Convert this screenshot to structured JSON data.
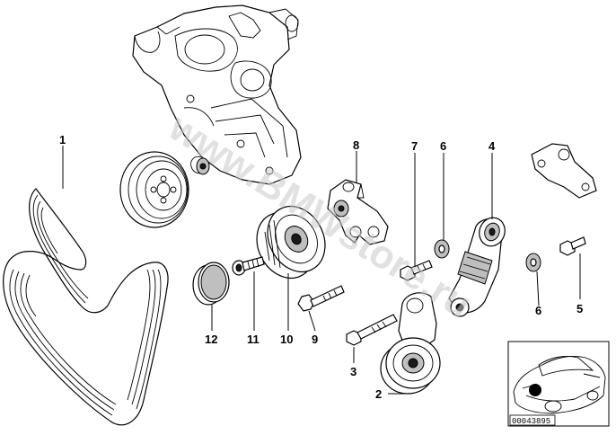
{
  "diagram": {
    "watermark": "www.BMWstore.ru",
    "document_number": "00043895",
    "parts": [
      {
        "id": "p1",
        "label": "1",
        "icon": "drive-belt-icon"
      },
      {
        "id": "p2",
        "label": "2",
        "icon": "idler-pulley-icon"
      },
      {
        "id": "p3",
        "label": "3",
        "icon": "bolt-icon"
      },
      {
        "id": "p4",
        "label": "4",
        "icon": "tensioner-icon"
      },
      {
        "id": "p5",
        "label": "5",
        "icon": "bolt-icon"
      },
      {
        "id": "p6a",
        "label": "6",
        "icon": "washer-icon"
      },
      {
        "id": "p6b",
        "label": "6",
        "icon": "washer-icon"
      },
      {
        "id": "p7",
        "label": "7",
        "icon": "bolt-icon"
      },
      {
        "id": "p8",
        "label": "8",
        "icon": "bracket-icon"
      },
      {
        "id": "p9",
        "label": "9",
        "icon": "bolt-icon"
      },
      {
        "id": "p10",
        "label": "10",
        "icon": "deflection-pulley-icon"
      },
      {
        "id": "p11",
        "label": "11",
        "icon": "bolt-icon"
      },
      {
        "id": "p12",
        "label": "12",
        "icon": "cap-icon"
      }
    ]
  }
}
